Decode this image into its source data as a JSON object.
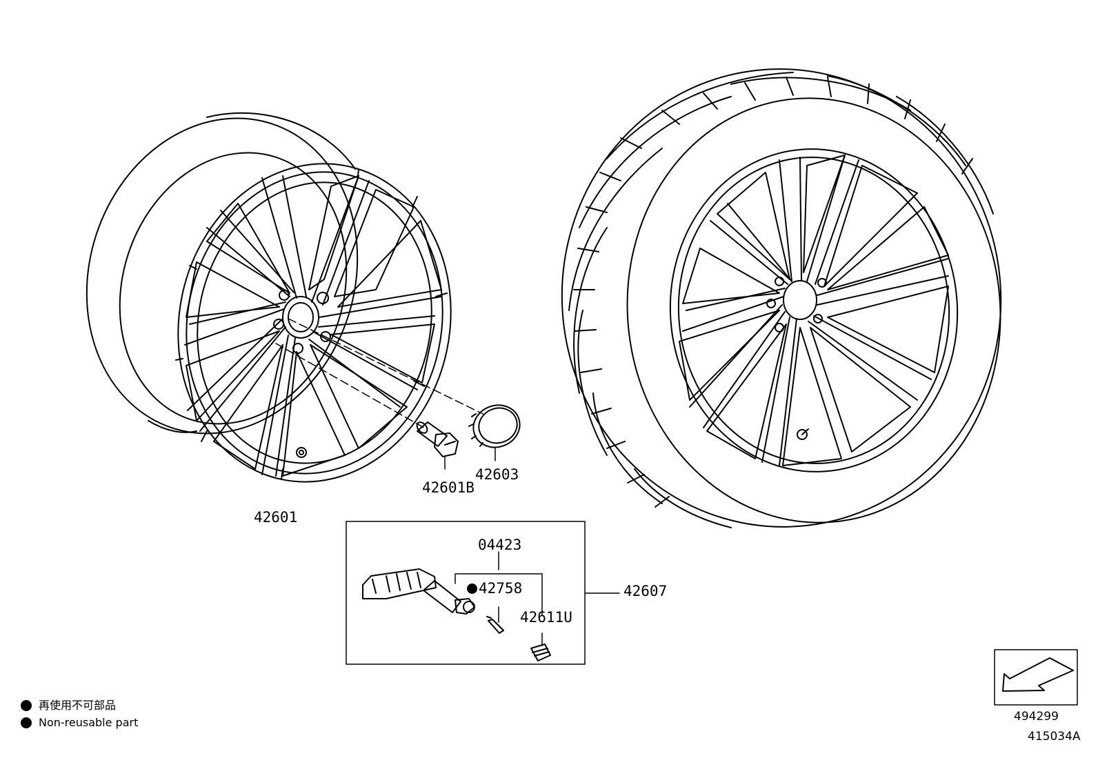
{
  "parts": {
    "wheel": "42601",
    "lug_bolt": "42601B",
    "center_cap": "42603",
    "tpms_kit": "42607",
    "sensor": "04423",
    "valve": "42758",
    "valve_cap": "42611U"
  },
  "legend": {
    "line_ja": "再使用不可部品",
    "line_en": "Non-reusable part"
  },
  "reference": {
    "arrow_box_number": "494299",
    "diagram_id": "415034A"
  }
}
